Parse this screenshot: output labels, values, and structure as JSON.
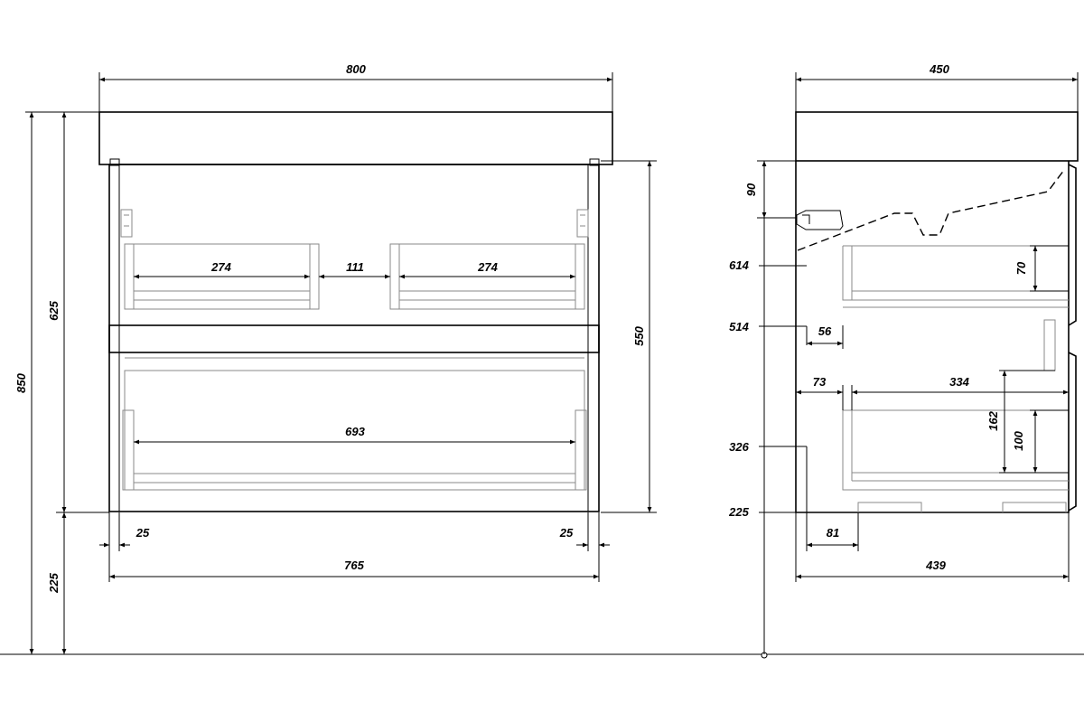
{
  "front_view": {
    "total_width": "800",
    "total_height": "850",
    "upper_height": "625",
    "leg_height": "225",
    "body_height": "550",
    "drawer_inner_left": "274",
    "drawer_gap": "111",
    "drawer_inner_right": "274",
    "drawer_lower_inner": "693",
    "side_offset_left": "25",
    "side_offset_right": "25",
    "body_width": "765"
  },
  "side_view": {
    "total_depth": "450",
    "sink_depth": "90",
    "level_614": "614",
    "level_514": "514",
    "level_326": "326",
    "level_225": "225",
    "drawer_top_height": "70",
    "offset_56": "56",
    "offset_73": "73",
    "drawer_depth": "334",
    "drawer_lower_outer": "162",
    "drawer_lower_inner": "100",
    "foot_offset": "81",
    "body_depth": "439"
  },
  "colors": {
    "line": "#000000",
    "light_line": "#8a8a8a",
    "background": "#ffffff"
  }
}
